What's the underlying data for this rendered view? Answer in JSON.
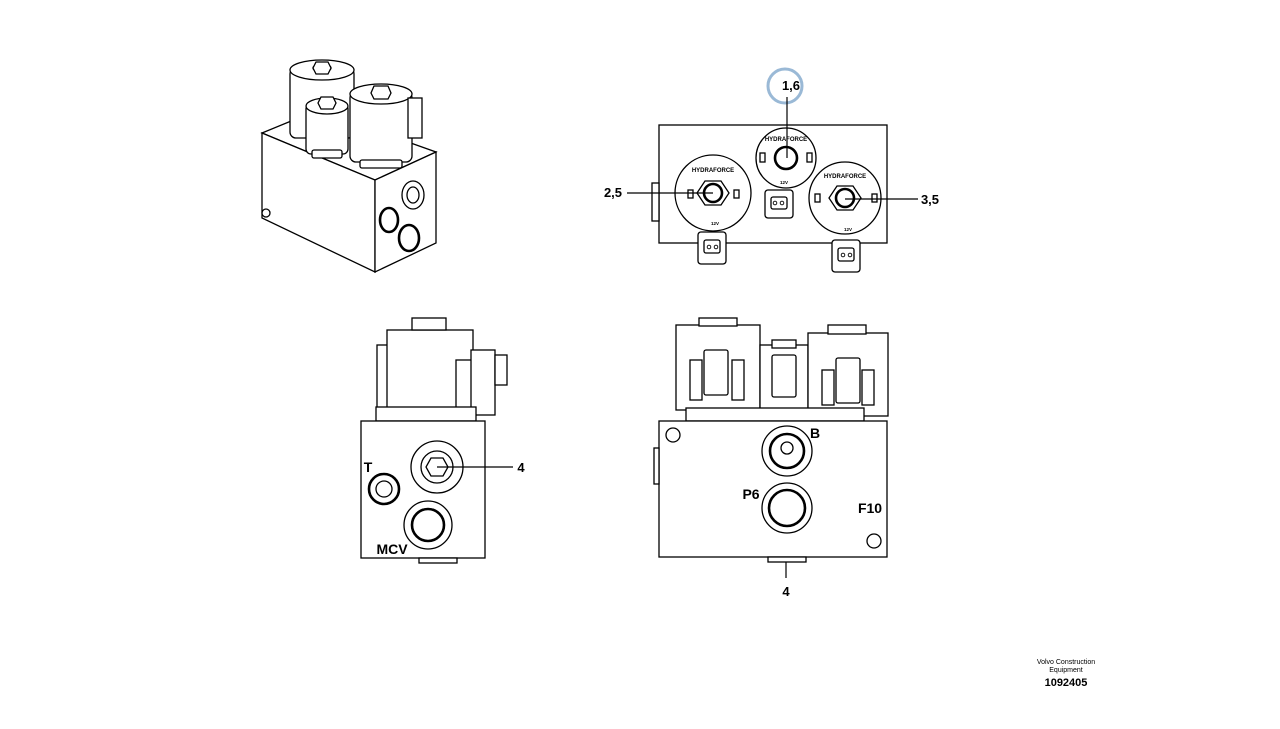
{
  "callouts": {
    "top_center": "1,6",
    "top_left": "2,5",
    "top_right": "3,5",
    "side_port": "4",
    "bottom": "4"
  },
  "ports": {
    "tank": "T",
    "mcv": "MCV",
    "b": "B",
    "p6": "P6",
    "f10": "F10"
  },
  "brand_mark": "HYDRAFORCE",
  "coil_code": "12V",
  "footer": {
    "company_line1": "Volvo Construction",
    "company_line2": "Equipment",
    "drawing_number": "1092405"
  },
  "colors": {
    "highlight_ring": "#9ab9d6",
    "line": "#000000"
  }
}
